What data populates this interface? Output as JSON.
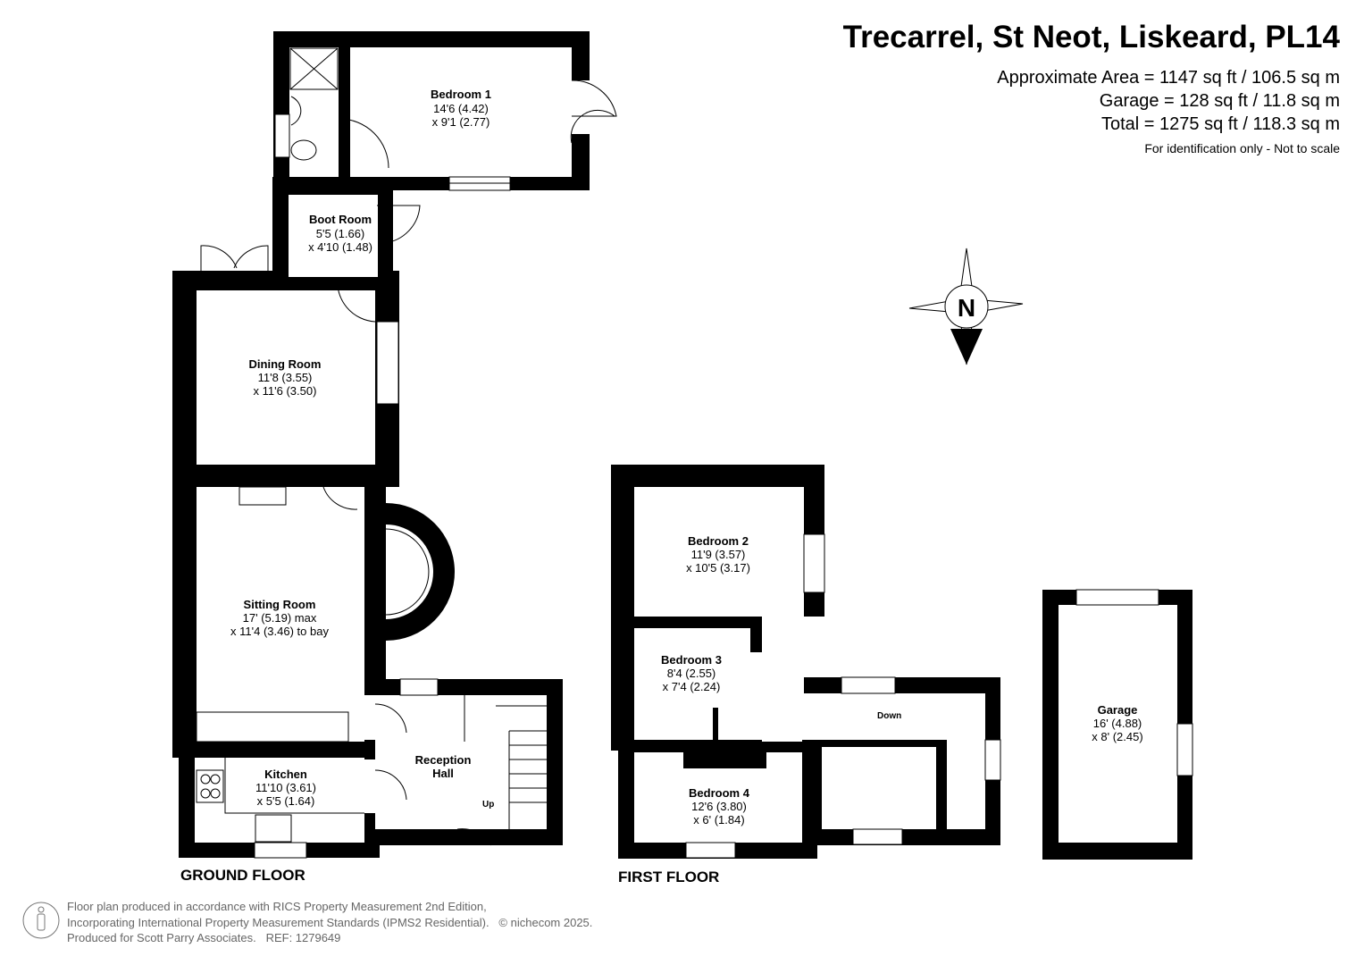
{
  "header": {
    "title": "Trecarrel, St Neot, Liskeard, PL14",
    "approx_area": "Approximate Area = 1147 sq ft / 106.5 sq m",
    "garage_area": "Garage = 128 sq ft / 11.8 sq m",
    "total_area": "Total = 1275 sq ft / 118.3 sq m",
    "note": "For identification only - Not to scale"
  },
  "compass": {
    "label": "N"
  },
  "ground_floor": {
    "label": "GROUND FLOOR",
    "rooms": [
      {
        "name": "Bedroom 1",
        "dim1": "14'6 (4.42)",
        "dim2": "x 9'1 (2.77)"
      },
      {
        "name": "Boot Room",
        "dim1": "5'5 (1.66)",
        "dim2": "x 4'10 (1.48)"
      },
      {
        "name": "Dining Room",
        "dim1": "11'8 (3.55)",
        "dim2": "x 11'6 (3.50)"
      },
      {
        "name": "Sitting Room",
        "dim1": "17' (5.19) max",
        "dim2": "x 11'4 (3.46) to bay"
      },
      {
        "name": "Kitchen",
        "dim1": "11'10 (3.61)",
        "dim2": "x 5'5 (1.64)"
      },
      {
        "name": "Reception",
        "dim1": "Hall"
      }
    ],
    "stairs_label": "Up"
  },
  "first_floor": {
    "label": "FIRST FLOOR",
    "rooms": [
      {
        "name": "Bedroom 2",
        "dim1": "11'9 (3.57)",
        "dim2": "x 10'5 (3.17)"
      },
      {
        "name": "Bedroom 3",
        "dim1": "8'4 (2.55)",
        "dim2": "x 7'4 (2.24)"
      },
      {
        "name": "Bedroom 4",
        "dim1": "12'6 (3.80)",
        "dim2": "x 6' (1.84)"
      }
    ],
    "stairs_label": "Down"
  },
  "garage": {
    "name": "Garage",
    "dim1": "16' (4.88)",
    "dim2": "x 8' (2.45)"
  },
  "footer": {
    "line1": "Floor plan produced in accordance with RICS Property Measurement 2nd Edition,",
    "line2": "Incorporating International Property Measurement Standards (IPMS2 Residential).",
    "copyright": "© nichecom 2025.",
    "line3": "Produced for Scott Parry Associates.",
    "ref": "REF: 1279649"
  }
}
